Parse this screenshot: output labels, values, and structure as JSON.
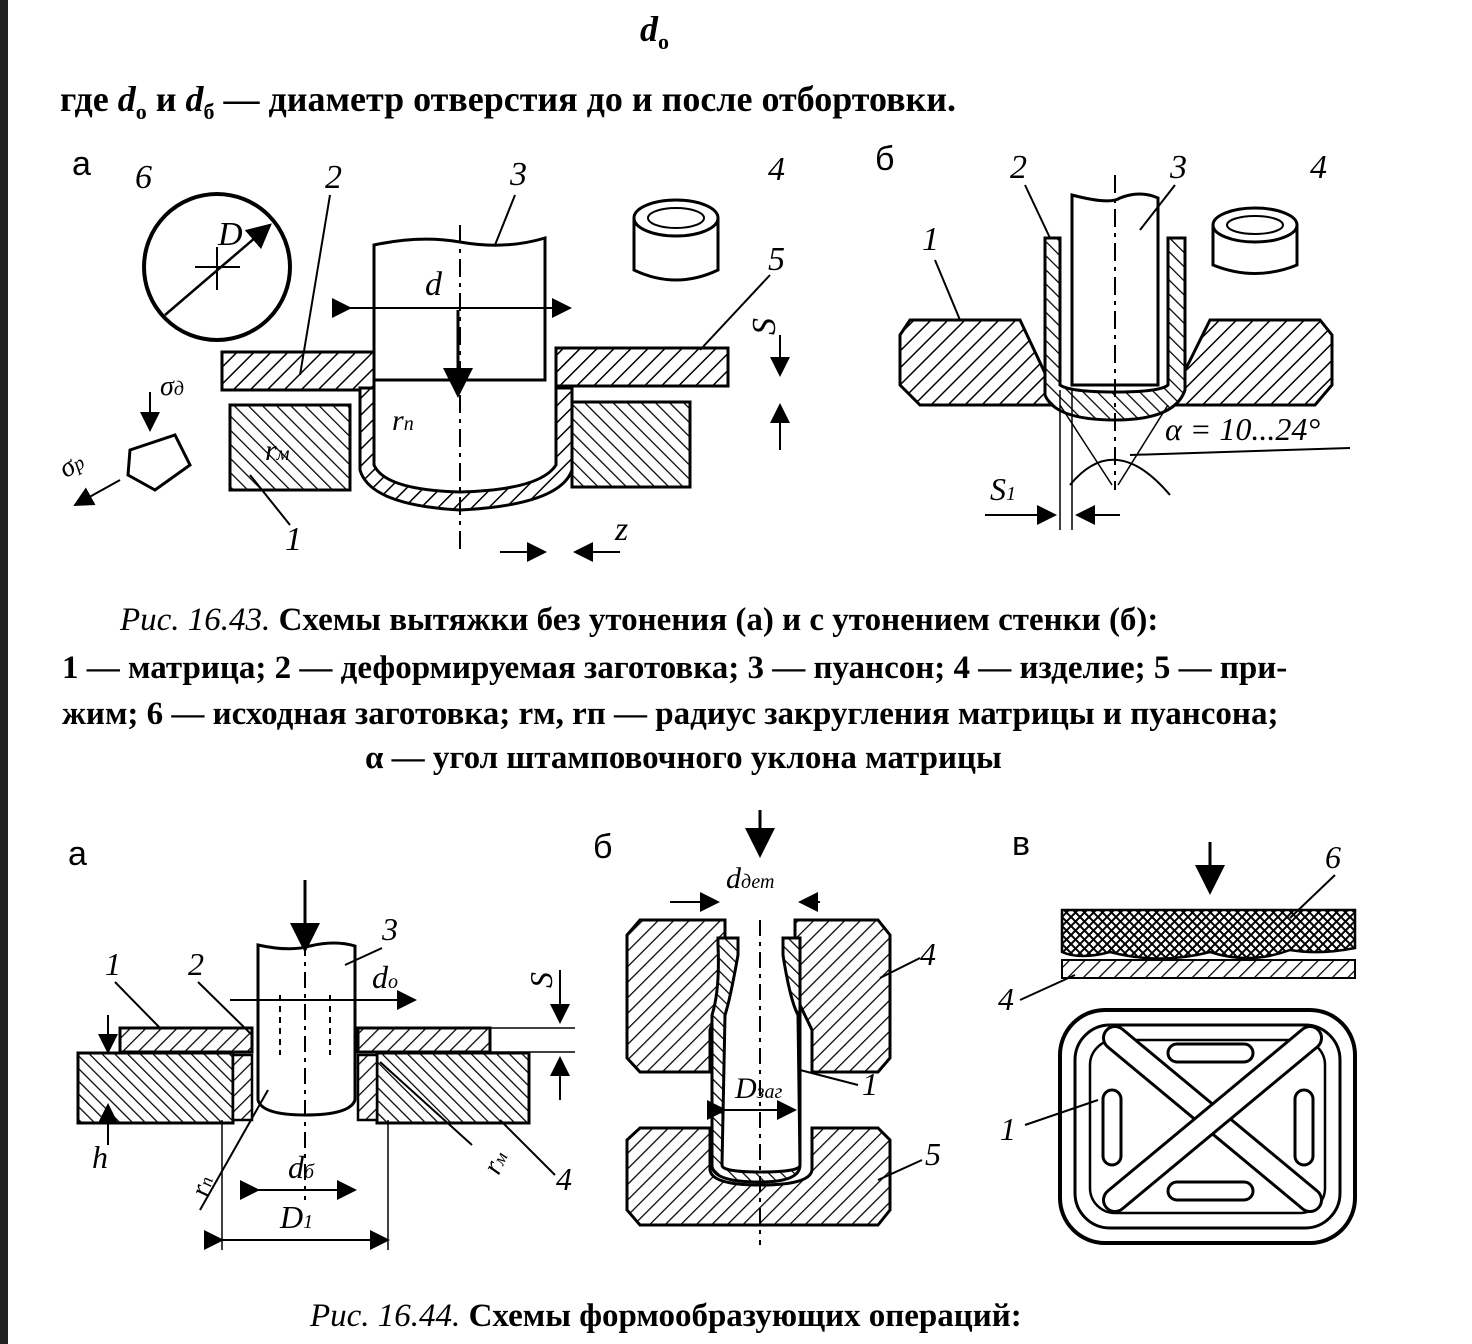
{
  "top_formula": {
    "letter": "d",
    "sub": "о"
  },
  "where_line": {
    "pre": "где",
    "d1": "d",
    "s1": "о",
    "mid": "и",
    "d2": "d",
    "s2": "б",
    "post": "— диаметр отверстия до и после отбортовки."
  },
  "fig43": {
    "panel_a": "а",
    "panel_b": "б",
    "labels_a": {
      "n1": "1",
      "n2": "2",
      "n3": "3",
      "n4": "4",
      "n5": "5",
      "n6": "6",
      "D": "D",
      "d": "d",
      "S": "S",
      "z": "z",
      "rm": "r",
      "rm_sub": "м",
      "rp": "r",
      "rp_sub": "п",
      "sigma_d": "σ",
      "sigma_d_sub": "д",
      "sigma_r": "σ",
      "sigma_r_sub": "р"
    },
    "labels_b": {
      "n1": "1",
      "n2": "2",
      "n3": "3",
      "n4": "4",
      "alpha": "α = 10...24°",
      "S1": "S",
      "S1_sub": "1"
    },
    "caption": {
      "fig": "Рис. 16.43.",
      "line1": "Схемы вытяжки без утонения (а) и с утонением стенки (б):",
      "line2": "1 — матрица; 2 — деформируемая заготовка; 3 — пуансон; 4 — изделие; 5 — при-",
      "line3": "жим; 6 — исходная заготовка; rм, rп — радиус закругления матрицы и пуансона;",
      "line4": "α — угол штамповочного уклона матрицы"
    }
  },
  "fig44": {
    "panel_a": "а",
    "panel_b": "б",
    "panel_c": "в",
    "labels_a": {
      "n1": "1",
      "n2": "2",
      "n3": "3",
      "n4": "4",
      "do": "d",
      "do_sub": "о",
      "db": "d",
      "db_sub": "б",
      "D1": "D",
      "D1_sub": "1",
      "S": "S",
      "h": "h",
      "rp": "r",
      "rp_sub": "п",
      "rm": "r",
      "rm_sub": "м"
    },
    "labels_b": {
      "n1": "1",
      "n4": "4",
      "n5": "5",
      "ddet": "d",
      "ddet_sub": "дет",
      "Dzag": "D",
      "Dzag_sub": "заг"
    },
    "labels_c": {
      "n1": "1",
      "n4": "4",
      "n6": "6"
    },
    "caption": {
      "fig": "Рис. 16.44.",
      "text": "Схемы формообразующих операций:"
    }
  }
}
